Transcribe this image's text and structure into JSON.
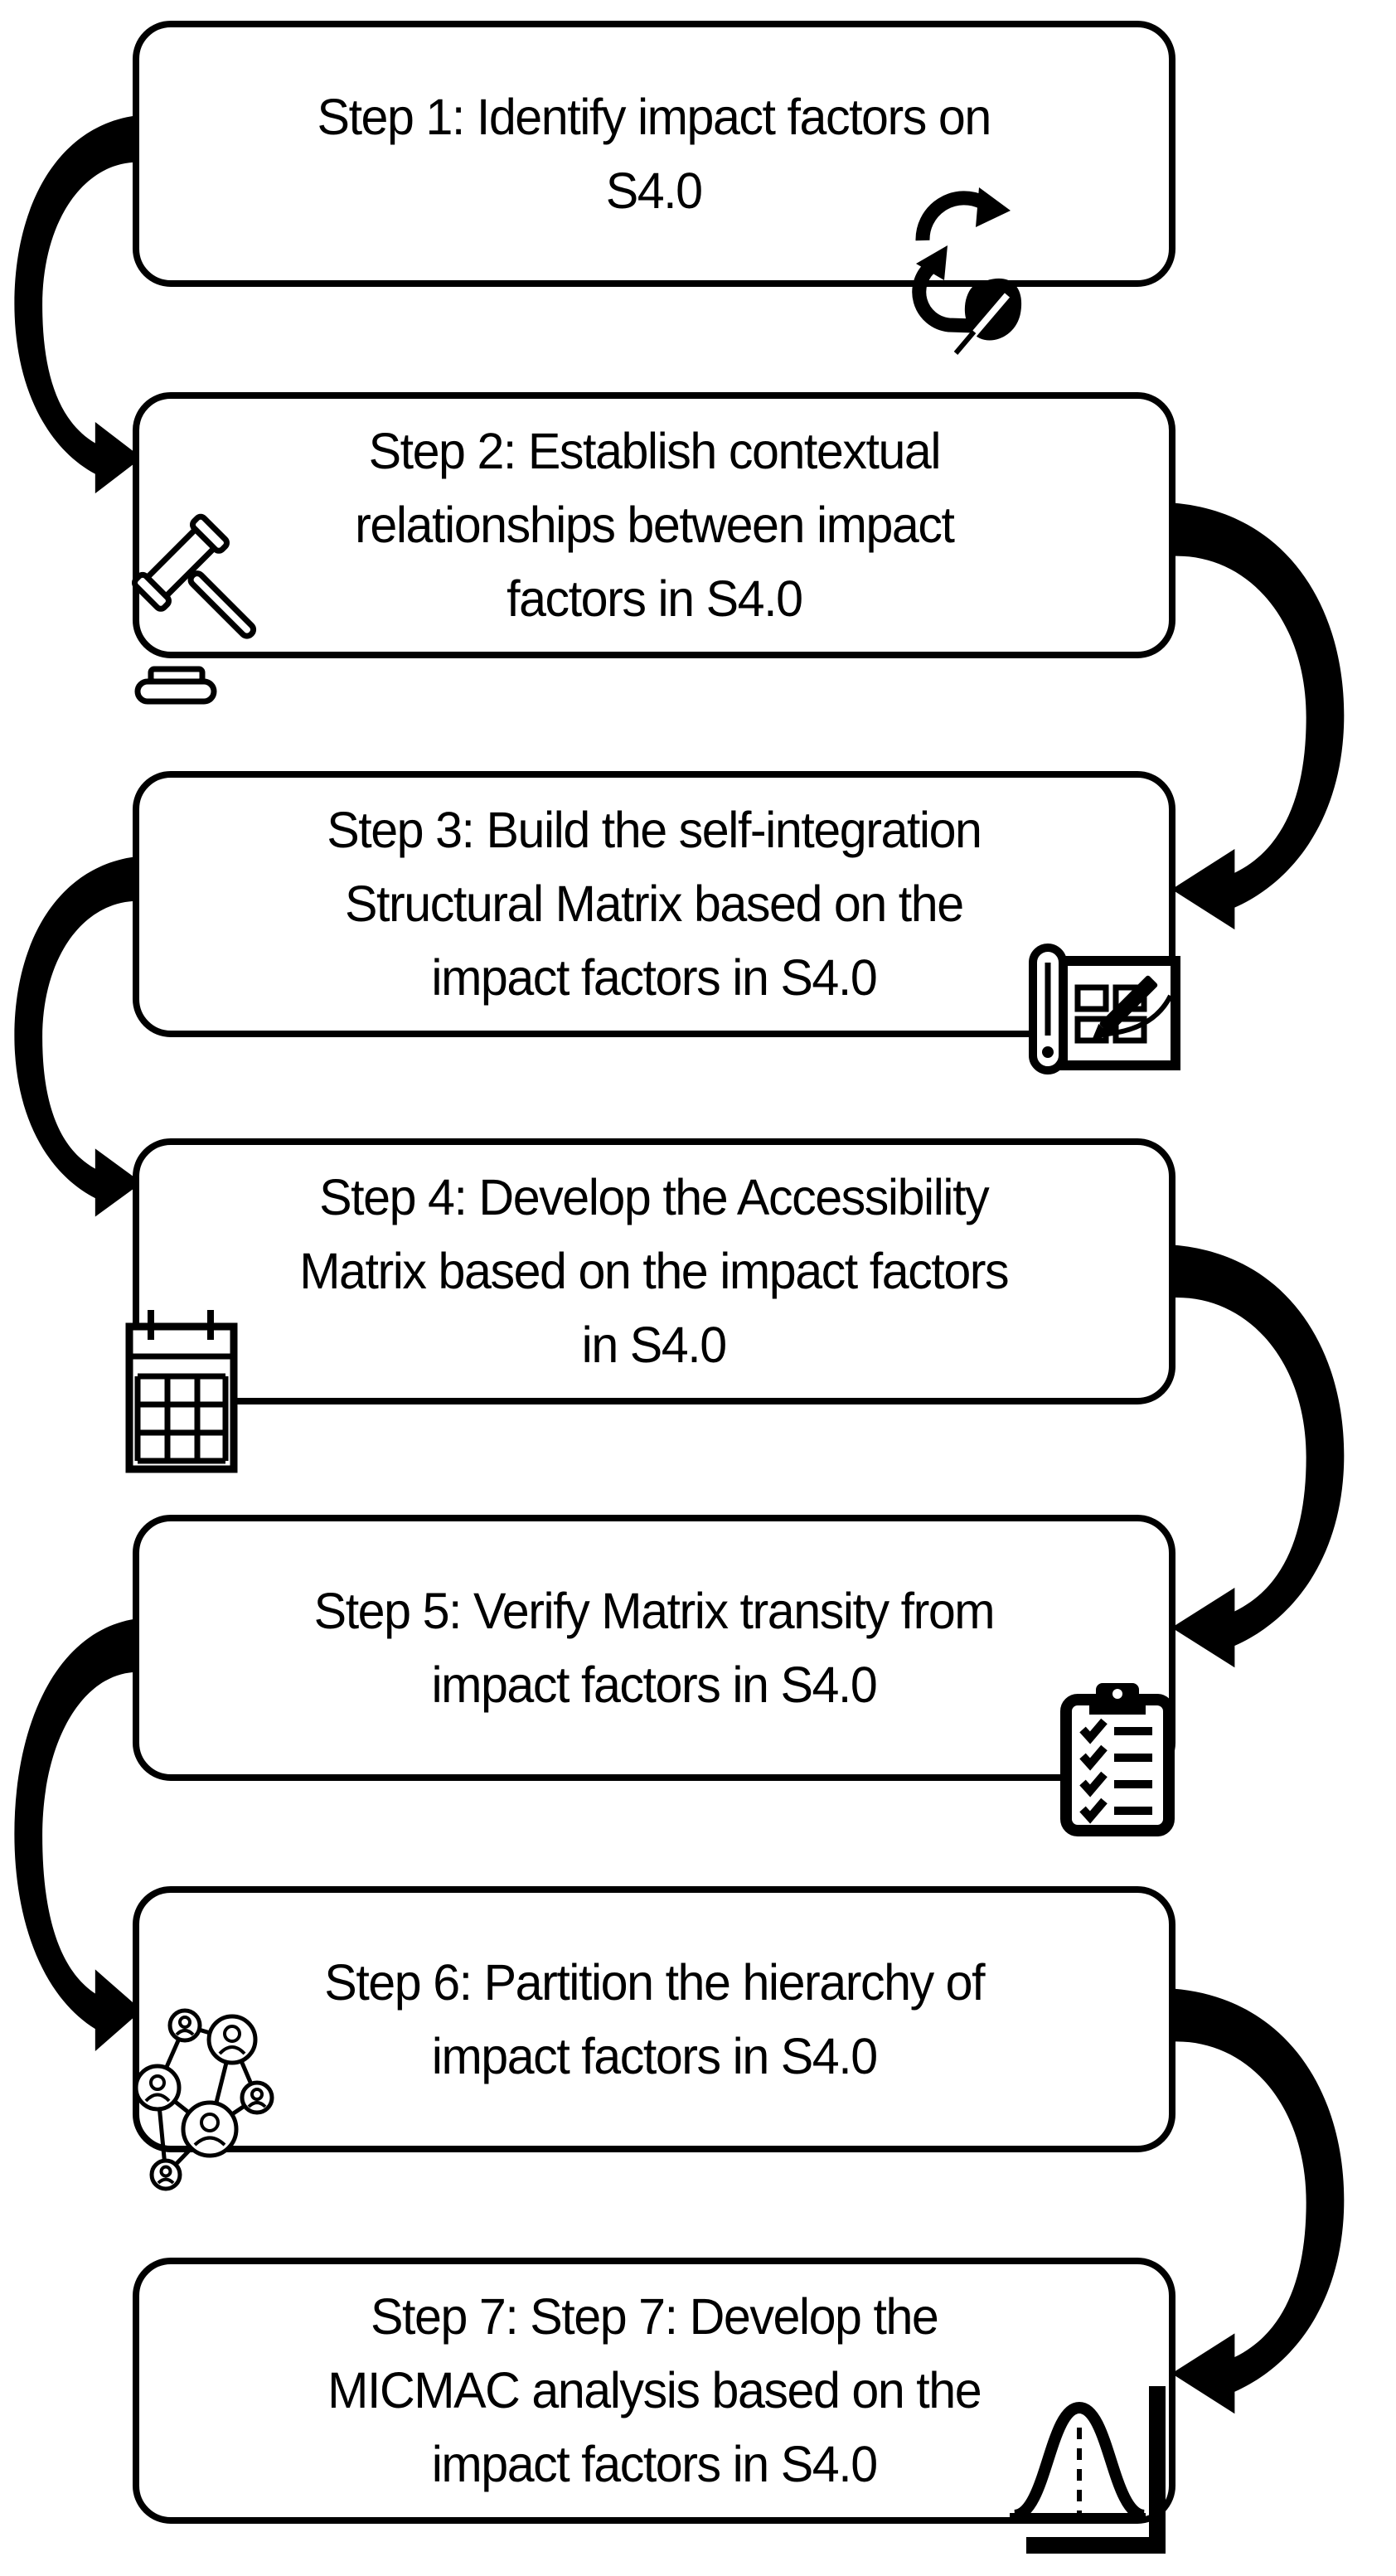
{
  "figure": {
    "title": "ISM methodology flowchart for impact factors on S4.0",
    "background_color": "#ffffff",
    "ink_color": "#000000"
  },
  "steps": [
    {
      "id": 1,
      "label": "Step 1: Identify impact factors on S4.0",
      "lines": [
        "Step 1: Identify impact factors on",
        "S4.0"
      ],
      "icon": "recycle-leaf-icon",
      "icon_position": "bottom-right"
    },
    {
      "id": 2,
      "label": "Step 2: Establish contextual relationships between impact factors in S4.0",
      "lines": [
        "Step 2: Establish contextual",
        "relationships between impact",
        "factors in S4.0"
      ],
      "icon": "gavel-icon",
      "icon_position": "bottom-left"
    },
    {
      "id": 3,
      "label": "Step 3: Build the self-integration Structural Matrix based on the impact factors in S4.0",
      "lines": [
        "Step 3: Build the self-integration",
        "Structural Matrix based on the",
        "impact factors in S4.0"
      ],
      "icon": "blueprint-pencil-icon",
      "icon_position": "bottom-right"
    },
    {
      "id": 4,
      "label": "Step 4: Develop the Accessibility Matrix based on the impact factors in S4.0",
      "lines": [
        "Step 4: Develop the Accessibility",
        "Matrix based on the impact factors",
        "in S4.0"
      ],
      "icon": "calendar-icon",
      "icon_position": "bottom-left"
    },
    {
      "id": 5,
      "label": "Step 5: Verify Matrix transity from impact factors in S4.0",
      "lines": [
        "Step 5: Verify Matrix transity from",
        "impact factors in S4.0"
      ],
      "icon": "clipboard-checklist-icon",
      "icon_position": "bottom-right"
    },
    {
      "id": 6,
      "label": "Step 6: Partition the hierarchy of impact factors in S4.0",
      "lines": [
        "Step 6: Partition the hierarchy of",
        "impact factors in S4.0"
      ],
      "icon": "network-people-icon",
      "icon_position": "bottom-left"
    },
    {
      "id": 7,
      "label": "Step 7: Step 7: Develop the MICMAC analysis based on the impact factors in S4.0",
      "lines": [
        "Step 7: Step 7: Develop the",
        "MICMAC analysis based on the",
        "impact factors in S4.0"
      ],
      "icon": "bell-curve-icon",
      "icon_position": "bottom-right"
    }
  ],
  "arrows": [
    {
      "from": 1,
      "to": 2,
      "side": "left"
    },
    {
      "from": 2,
      "to": 3,
      "side": "right"
    },
    {
      "from": 3,
      "to": 4,
      "side": "left"
    },
    {
      "from": 4,
      "to": 5,
      "side": "right"
    },
    {
      "from": 5,
      "to": 6,
      "side": "left"
    },
    {
      "from": 6,
      "to": 7,
      "side": "right"
    }
  ]
}
